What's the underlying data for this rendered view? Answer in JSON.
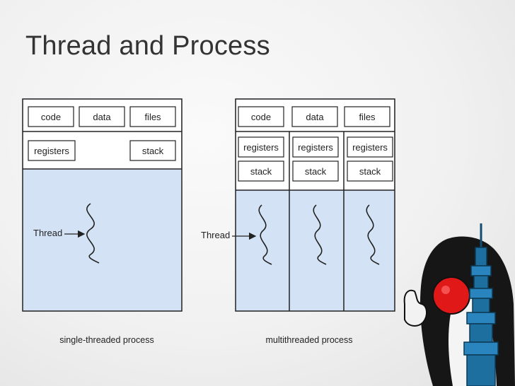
{
  "slide": {
    "title": "Thread and Process"
  },
  "single": {
    "code": "code",
    "data": "data",
    "files": "files",
    "registers": "registers",
    "stack": "stack",
    "thread_label": "Thread",
    "caption": "single-threaded process"
  },
  "multi": {
    "code": "code",
    "data": "data",
    "files": "files",
    "columns": [
      {
        "registers": "registers",
        "stack": "stack"
      },
      {
        "registers": "registers",
        "stack": "stack"
      },
      {
        "registers": "registers",
        "stack": "stack"
      }
    ],
    "thread_label": "Thread",
    "caption": "multithreaded process"
  },
  "colors": {
    "process_fill": "#d3e3f5",
    "box_fill": "#ffffff",
    "outline": "#222222",
    "mascot_red": "#e01818",
    "mascot_tower": "#1d6fa0"
  }
}
